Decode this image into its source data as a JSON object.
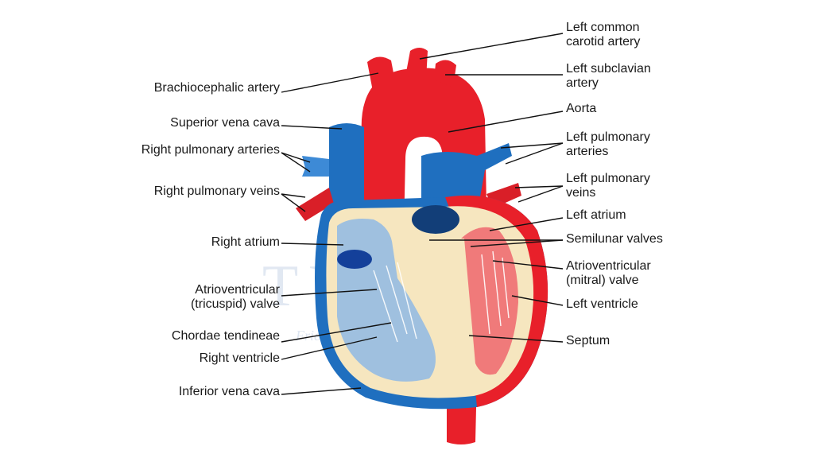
{
  "watermark": {
    "text": "TYCHR",
    "subtext": "Friend, Philosopher, Mentor"
  },
  "colors": {
    "oxygenated": "#e8202a",
    "deoxygenated": "#1f6fbf",
    "tissue": "#f6e6bf",
    "chamber_blue": "#9fc0df",
    "chamber_red": "#f07a7a",
    "leader": "#111111"
  },
  "labels_left": {
    "brachiocephalic": "Brachiocephalic artery",
    "superior_vena_cava": "Superior vena cava",
    "right_pulmonary_arteries": "Right pulmonary arteries",
    "right_pulmonary_veins": "Right pulmonary veins",
    "right_atrium": "Right atrium",
    "av_tricuspid_1": "Atrioventricular",
    "av_tricuspid_2": "(tricuspid) valve",
    "chordae": "Chordae tendineae",
    "right_ventricle": "Right ventricle",
    "inferior_vena_cava": "Inferior vena cava"
  },
  "labels_right": {
    "left_common_carotid_1": "Left common",
    "left_common_carotid_2": "carotid artery",
    "left_subclavian_1": "Left subclavian",
    "left_subclavian_2": "artery",
    "aorta": "Aorta",
    "left_pulmonary_arteries_1": "Left pulmonary",
    "left_pulmonary_arteries_2": "arteries",
    "left_pulmonary_veins_1": "Left pulmonary",
    "left_pulmonary_veins_2": "veins",
    "left_atrium": "Left atrium",
    "semilunar": "Semilunar valves",
    "av_mitral_1": "Atrioventricular",
    "av_mitral_2": "(mitral) valve",
    "left_ventricle": "Left ventricle",
    "septum": "Septum"
  }
}
